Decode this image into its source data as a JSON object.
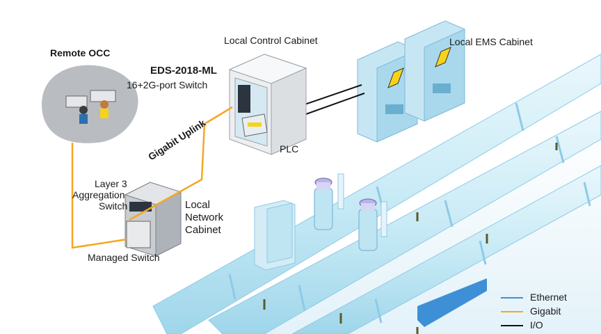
{
  "labels": {
    "remote_occ": "Remote OCC",
    "eds_model": "EDS-2018-ML",
    "eds_desc": "16+2G-port Switch",
    "local_control_cabinet": "Local Control Cabinet",
    "local_ems_cabinet": "Local EMS Cabinet",
    "plc": "PLC",
    "gigabit_uplink": "Gigabit Uplink",
    "layer3_line1": "Layer 3",
    "layer3_line2": "Aggregation",
    "layer3_line3": "Switch",
    "lnc_line1": "Local",
    "lnc_line2": "Network",
    "lnc_line3": "Cabinet",
    "managed_switch": "Managed Switch"
  },
  "legend": [
    {
      "label": "Ethernet",
      "color": "#3d8fd6"
    },
    {
      "label": "Gigabit",
      "color": "#f5a623"
    },
    {
      "label": "I/O",
      "color": "#111111"
    }
  ],
  "colors": {
    "gigabit_line": "#f5a623",
    "io_line": "#111111",
    "pipe": "#d2eef8",
    "pipe_band": "#8ecae6",
    "cabinet_blue": "#c7e6f3",
    "cabinet_grey": "#eceef0"
  }
}
